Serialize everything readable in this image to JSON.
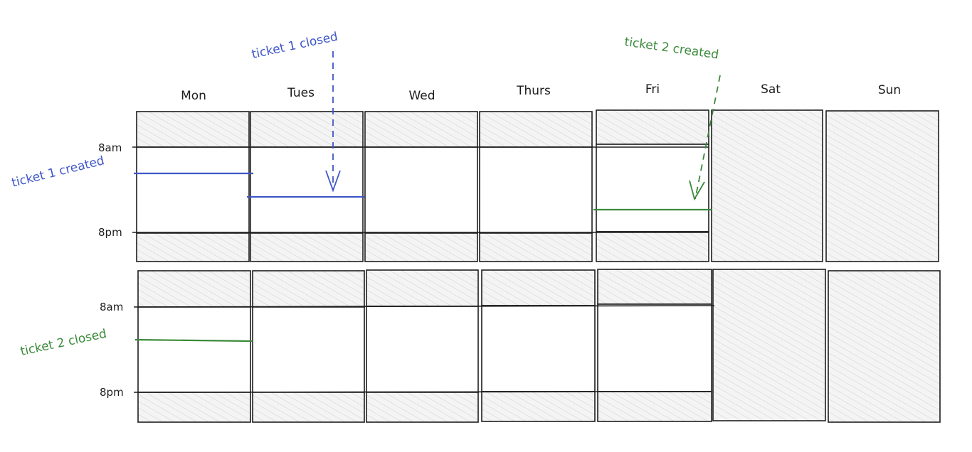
{
  "days": [
    "Mon",
    "Tues",
    "Wed",
    "Thurs",
    "Fri",
    "Sat",
    "Sun"
  ],
  "week1": {
    "time_top": "8am",
    "time_bottom": "8pm"
  },
  "week2": {
    "time_top": "8am",
    "time_bottom": "8pm"
  },
  "annotations": {
    "ticket1_created": "ticket 1 created",
    "ticket1_closed": "ticket 1 closed",
    "ticket2_created": "ticket 2 created",
    "ticket2_closed": "ticket 2 closed"
  },
  "colors": {
    "ticket1": "#3f56c8",
    "ticket2": "#3a8a3a",
    "ink": "#1e1e1e",
    "hatch": "#c8c8c8"
  }
}
